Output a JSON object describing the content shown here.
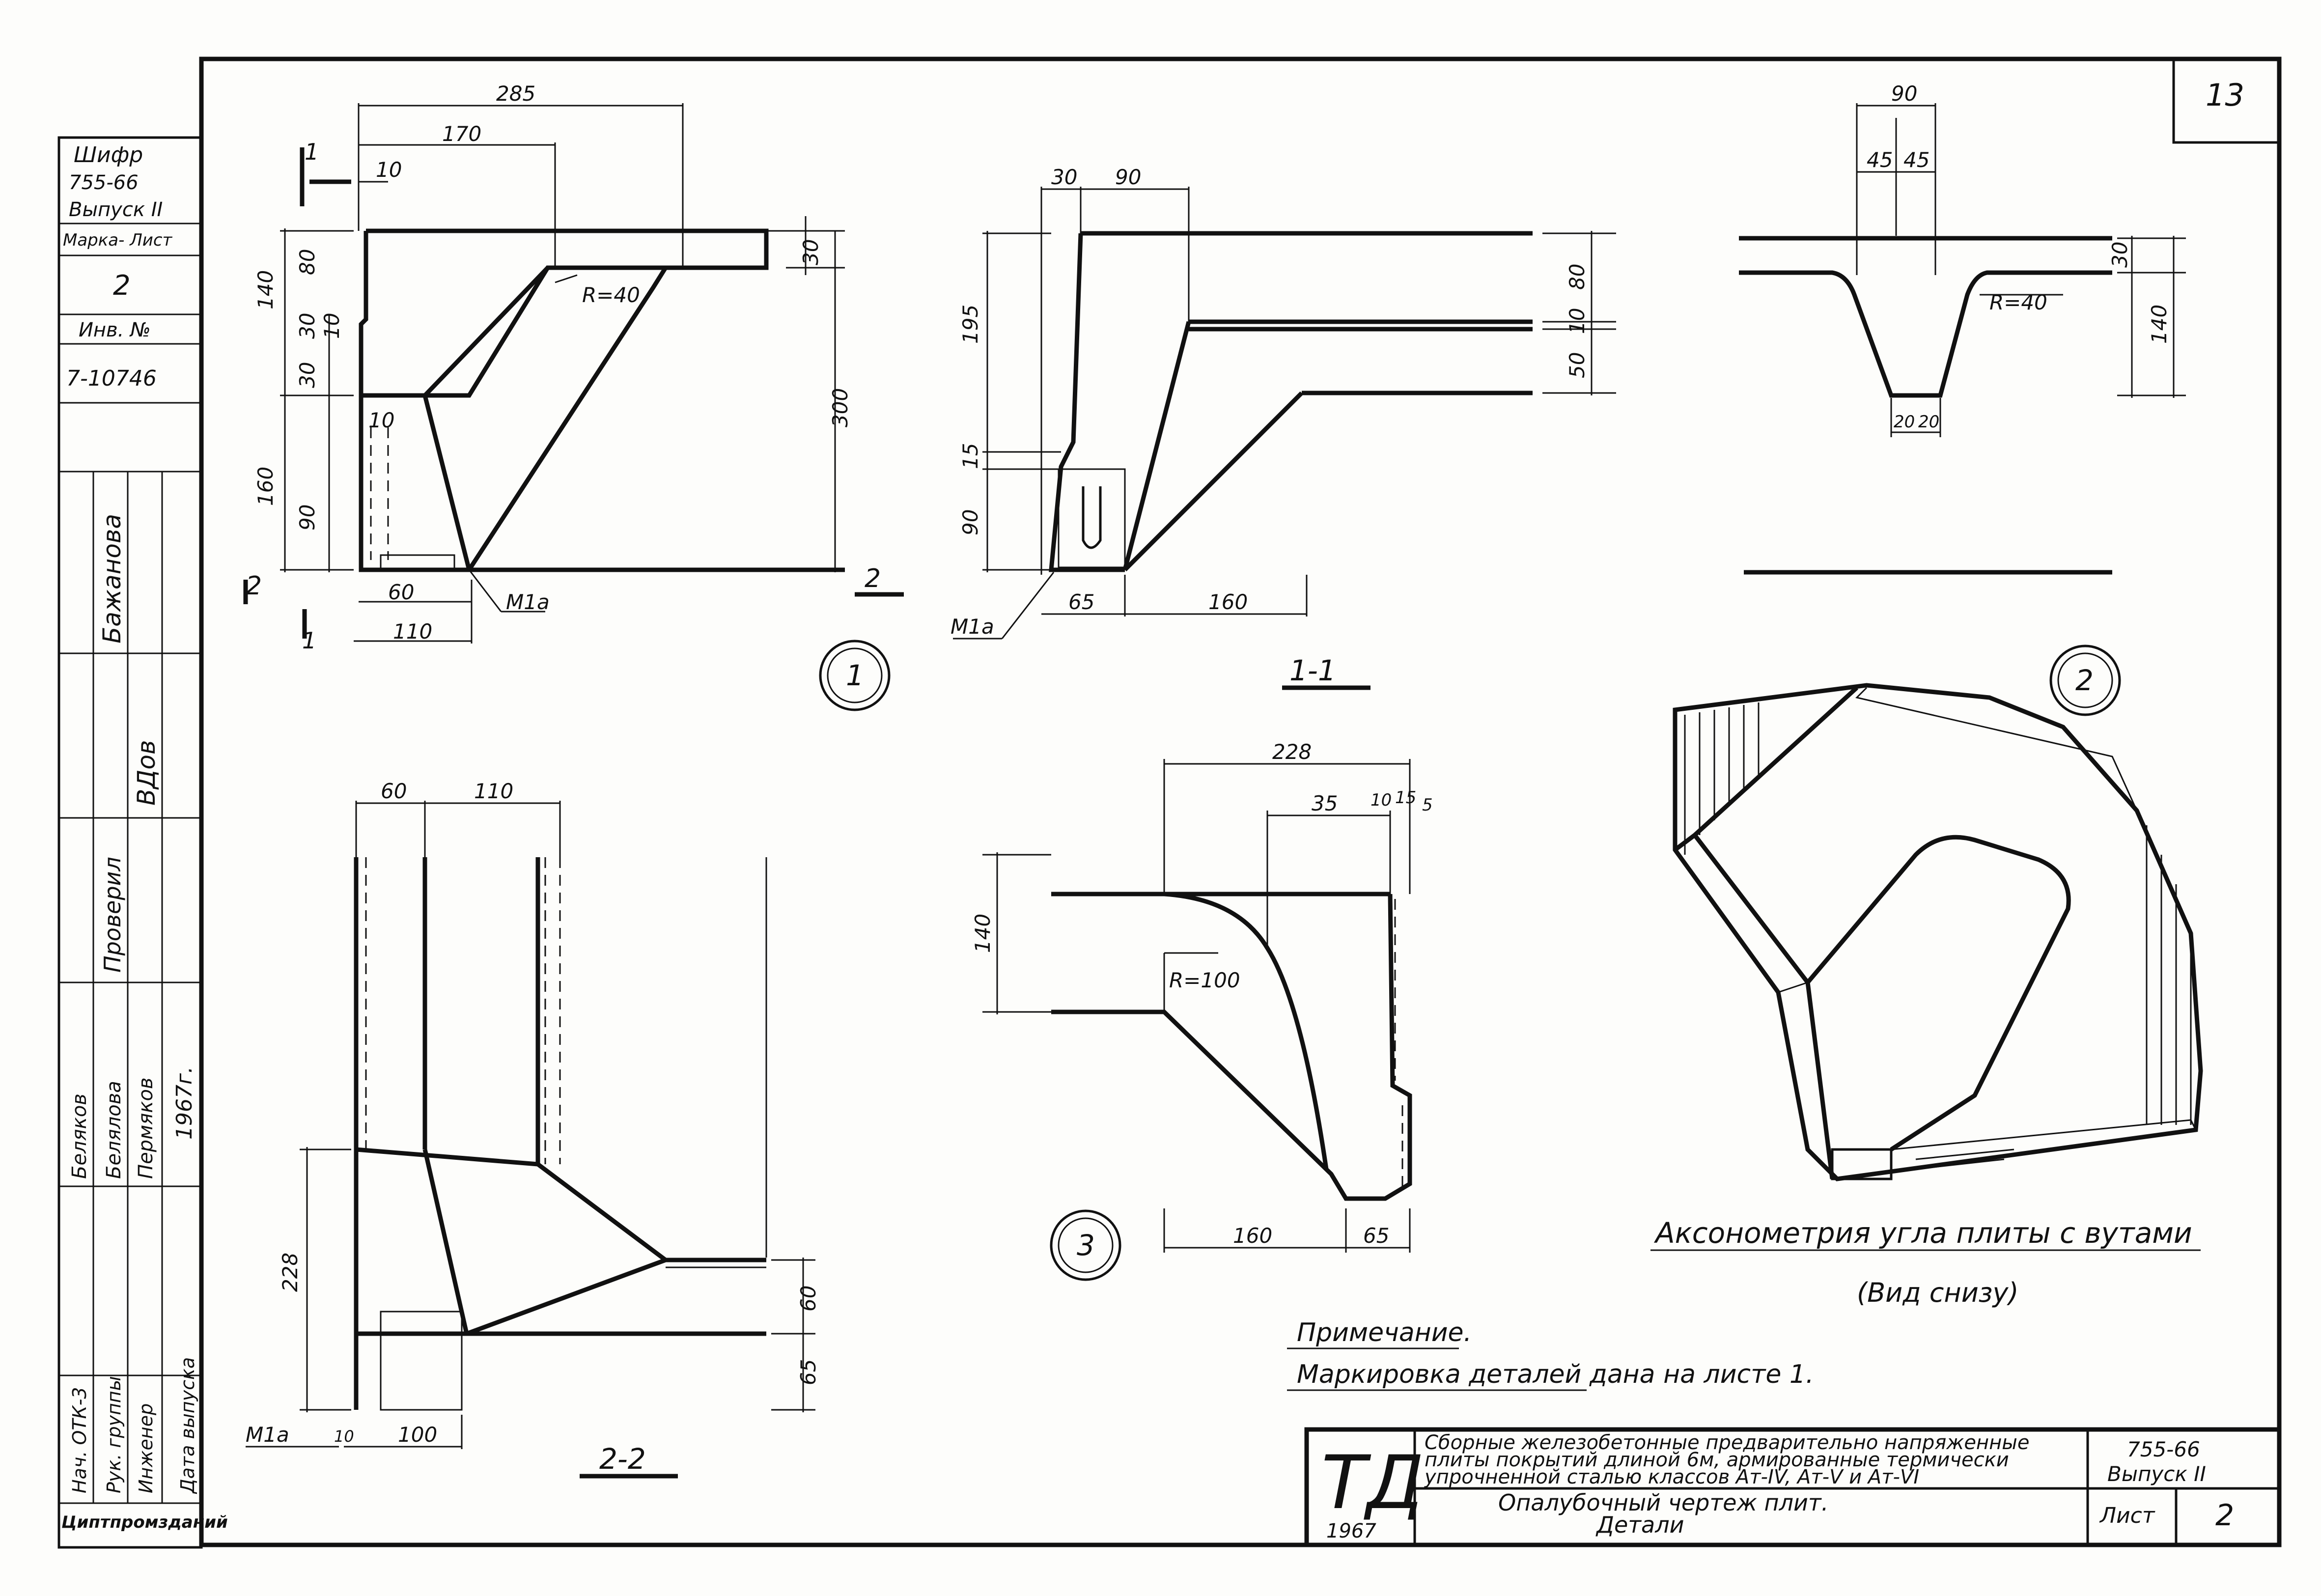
{
  "sheet_number": "13",
  "stamp": {
    "cipher_label": "Шифр",
    "cipher_value": "755-66",
    "issue": "Выпуск II",
    "mark_sheet_label": "Марка- Лист",
    "mark_sheet_value": "2",
    "inv_label": "Инв. №",
    "inv_value": "7-10746",
    "names": [
      "Бажанова",
      "Беляков",
      "Белялова",
      "Пермяков"
    ],
    "roles": [
      "Проверил",
      "Нач. ОТК-3",
      "Рук. группы",
      "Инженер",
      "Дата выпуска"
    ],
    "date_mark": "1967г.",
    "org": "Циптпромзданий"
  },
  "detail1": {
    "dims": [
      "285",
      "170",
      "10",
      "140",
      "80",
      "30",
      "10",
      "30",
      "10",
      "160",
      "90",
      "60",
      "110",
      "300",
      "30"
    ],
    "label_radius": "R=40",
    "label_mark": "М1а",
    "section_cut_1": "1",
    "section_cut_2": "2",
    "callout": "1"
  },
  "section11": {
    "dims": [
      "30",
      "90",
      "195",
      "15",
      "90",
      "65",
      "160",
      "80",
      "10",
      "50"
    ],
    "label_mark": "М1а",
    "title": "1-1"
  },
  "detail2": {
    "dims": [
      "90",
      "45",
      "45",
      "30",
      "140",
      "20",
      "20"
    ],
    "label_radius": "R=40",
    "callout": "2"
  },
  "section22": {
    "dims": [
      "60",
      "110",
      "228",
      "60",
      "65",
      "10",
      "100"
    ],
    "label_mark": "М1а",
    "title": "2-2"
  },
  "detail3": {
    "dims": [
      "228",
      "35",
      "10",
      "15",
      "5",
      "140",
      "160",
      "65"
    ],
    "label_radius": "R=100",
    "callout": "3"
  },
  "axonometry": {
    "caption": "Аксонометрия угла плиты с вутами",
    "subcaption": "(Вид снизу)"
  },
  "note": {
    "heading": "Примечание.",
    "text": "Маркировка деталей дана на листе 1."
  },
  "title_block": {
    "logo": "ТД",
    "year": "1967",
    "description_line1": "Сборные железобетонные предварительно напряженные",
    "description_line2": "плиты покрытий длиной 6м, армированные термически",
    "description_line3": "упрочненной сталью классов Ат-IV, Ат-V и Ат-VI",
    "sheet_title_line1": "Опалубочный чертеж плит.",
    "sheet_title_line2": "Детали",
    "code": "755-66",
    "issue": "Выпуск II",
    "sheet_label": "Лист",
    "sheet_value": "2"
  }
}
